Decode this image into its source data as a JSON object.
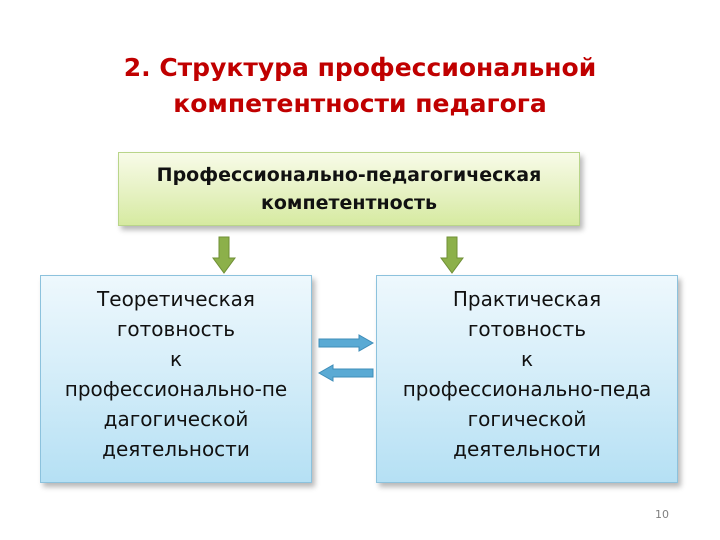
{
  "slide": {
    "title_line1": "2. Структура профессиональной",
    "title_line2": "компетентности педагога",
    "page_number": "10"
  },
  "top_box": {
    "line1": "Профессионально-педагогическая",
    "line2": "компетентность"
  },
  "left_box": {
    "lines": [
      "Теоретическая",
      "готовность",
      "к",
      "профессионально-пе",
      "дагогической",
      "деятельности"
    ]
  },
  "right_box": {
    "lines": [
      "Практическая",
      "готовность",
      "к",
      "профессионально-педа",
      "гогической",
      "деятельности"
    ]
  },
  "colors": {
    "title": "#c00000",
    "top_box_fill": "#e9f3c9",
    "side_box_fill": "#d6eef9",
    "down_arrow_fill": "#8cb04a",
    "horizontal_arrow_fill": "#5aaad4"
  }
}
